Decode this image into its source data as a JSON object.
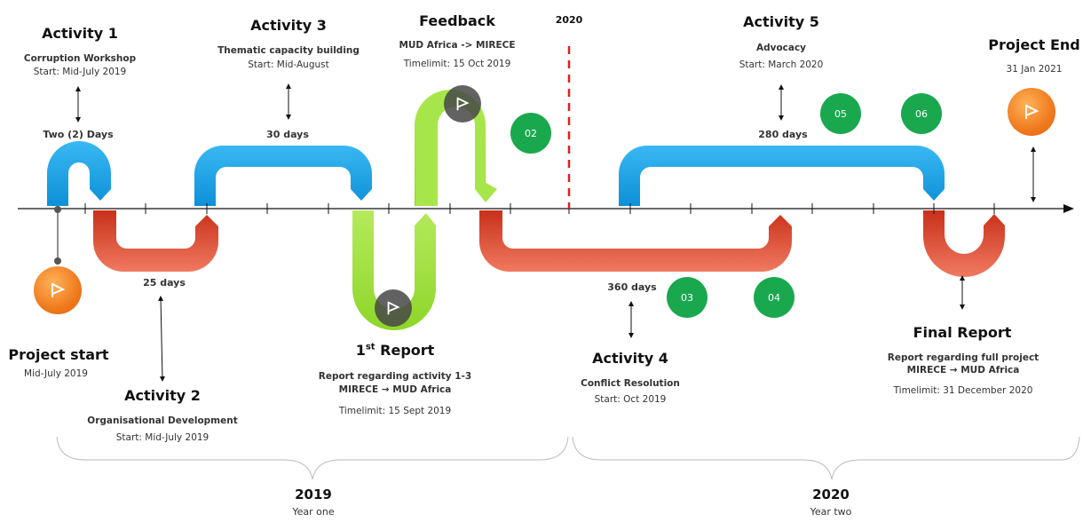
{
  "activity1": {
    "title": "Activity 1",
    "subtitle": "Corruption Workshop",
    "start": "Start: Mid-July 2019",
    "duration": "Two (2) Days"
  },
  "activity2": {
    "title": "Activity 2",
    "subtitle": "Organisational Development",
    "start": "Start: Mid-July 2019",
    "duration": "25 days"
  },
  "activity3": {
    "title": "Activity 3",
    "subtitle": "Thematic capacity building",
    "start": "Start: Mid-August",
    "duration": "30 days"
  },
  "feedback": {
    "title": "Feedback",
    "subtitle": "MUD Africa -> MIRECE",
    "timelimit": "Timelimit: 15 Oct 2019"
  },
  "report1": {
    "title_main": "1",
    "title_sup": "st",
    "title_rest": " Report",
    "line1": "Report regarding activity 1-3",
    "line2": "MIRECE → MUD Africa",
    "timelimit": "Timelimit: 15 Sept 2019"
  },
  "activity4": {
    "title": "Activity 4",
    "subtitle": "Conflict Resolution",
    "start": "Start: Oct 2019",
    "duration": "360 days"
  },
  "activity5": {
    "title": "Activity 5",
    "subtitle": "Advocacy",
    "start": "Start: March 2020",
    "duration": "280 days"
  },
  "final_report": {
    "title": "Final Report",
    "line1": "Report regarding full project",
    "line2": "MIRECE → MUD Africa",
    "timelimit": "Timelimit: 31 December 2020"
  },
  "project_start": {
    "title": "Project start",
    "date": "Mid-July 2019"
  },
  "project_end": {
    "title": "Project End",
    "date": "31 Jan 2021"
  },
  "divider_label": "2020",
  "milestones": [
    "02",
    "03",
    "04",
    "05",
    "06"
  ],
  "years": [
    {
      "year": "2019",
      "label": "Year one"
    },
    {
      "year": "2020",
      "label": "Year two"
    }
  ],
  "colors": {
    "blue": "#1aa3e8",
    "red": "#e2452a",
    "green_band": "#9be03a",
    "milestone": "#1aa84f",
    "orange": "#f07a1e",
    "divider": "#e02020"
  }
}
